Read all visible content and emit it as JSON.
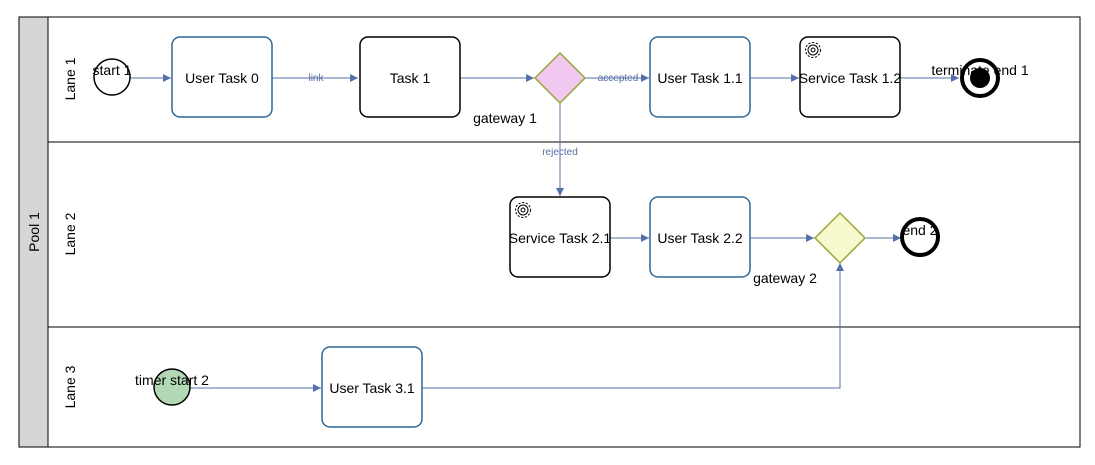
{
  "pool": {
    "label": "Pool 1"
  },
  "lanes": [
    {
      "label": "Lane 1"
    },
    {
      "label": "Lane 2"
    },
    {
      "label": "Lane 3"
    }
  ],
  "events": {
    "start_1": {
      "label": "start 1"
    },
    "timer_start_2": {
      "label": "timer start 2"
    },
    "terminate_end_1": {
      "label": "terminate end 1"
    },
    "end_2": {
      "label": "end 2"
    }
  },
  "tasks": {
    "user_task_0": {
      "label": "User Task 0"
    },
    "task_1": {
      "label": "Task 1"
    },
    "user_task_1_1": {
      "label": "User Task 1.1"
    },
    "service_task_1_2": {
      "label": "Service Task 1.2"
    },
    "service_task_2_1": {
      "label": "Service Task 2.1"
    },
    "user_task_2_2": {
      "label": "User Task 2.2"
    },
    "user_task_3_1": {
      "label": "User Task 3.1"
    }
  },
  "gateways": {
    "gateway_1": {
      "label": "gateway 1"
    },
    "gateway_2": {
      "label": "gateway 2"
    }
  },
  "flows": {
    "link": "link",
    "accepted": "accepted",
    "rejected": "rejected"
  },
  "colors": {
    "user_task_stroke": "#2f6796",
    "plain_stroke": "#000000",
    "flow": "#5470a8",
    "gateway_1_fill": "#f1c8ef",
    "gateway_2_fill": "#f7f9cc",
    "gateway_stroke": "#9aa33a",
    "timer_fill": "#b3d8b5",
    "pool_header": "#d6d6d6"
  },
  "icons": {
    "service": "gear-icon"
  }
}
